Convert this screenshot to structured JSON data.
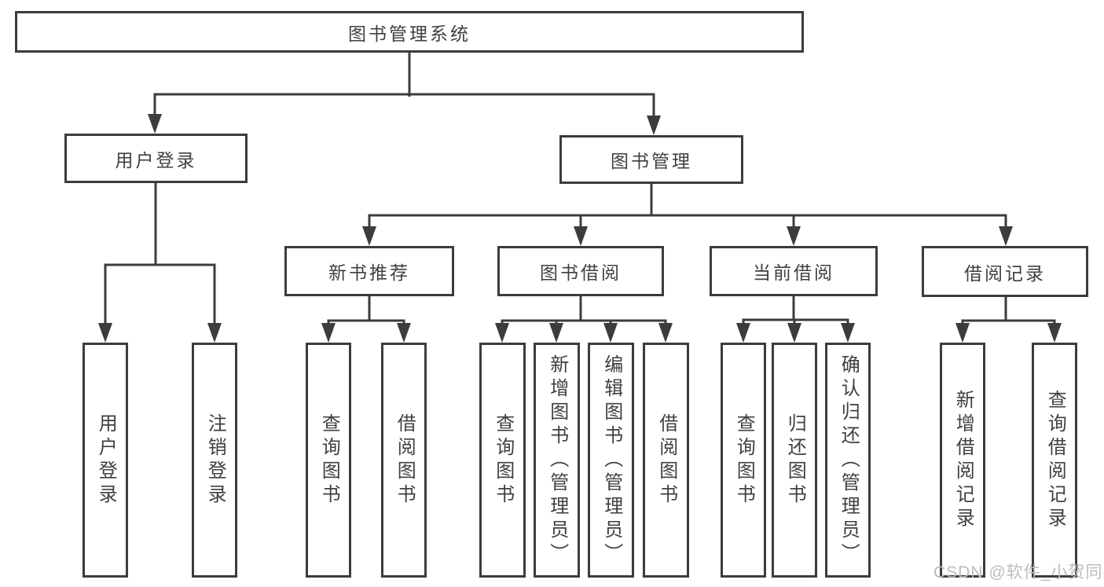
{
  "root_label": "图书管理系统",
  "branches": {
    "user": {
      "label": "用户登录",
      "children": [
        "用户登录",
        "注销登录"
      ]
    },
    "management": {
      "label": "图书管理",
      "sections": {
        "recommend": {
          "label": "新书推荐",
          "children": [
            "查询图书",
            "借阅图书"
          ]
        },
        "borrow": {
          "label": "图书借阅",
          "children": [
            "查询图书",
            "新增图书（管理员）",
            "编辑图书（管理员）",
            "借阅图书"
          ]
        },
        "current": {
          "label": "当前借阅",
          "children": [
            "查询图书",
            "归还图书",
            "确认归还（管理员）"
          ]
        },
        "records": {
          "label": "借阅记录",
          "children": [
            "新增借阅记录",
            "查询借阅记录"
          ]
        }
      }
    }
  },
  "watermark": "CSDN @软件_小贺同学",
  "colors": {
    "line": "#3c3c3c",
    "text": "#404040",
    "watermark": "#bcbcbc",
    "background": "#ffffff"
  }
}
